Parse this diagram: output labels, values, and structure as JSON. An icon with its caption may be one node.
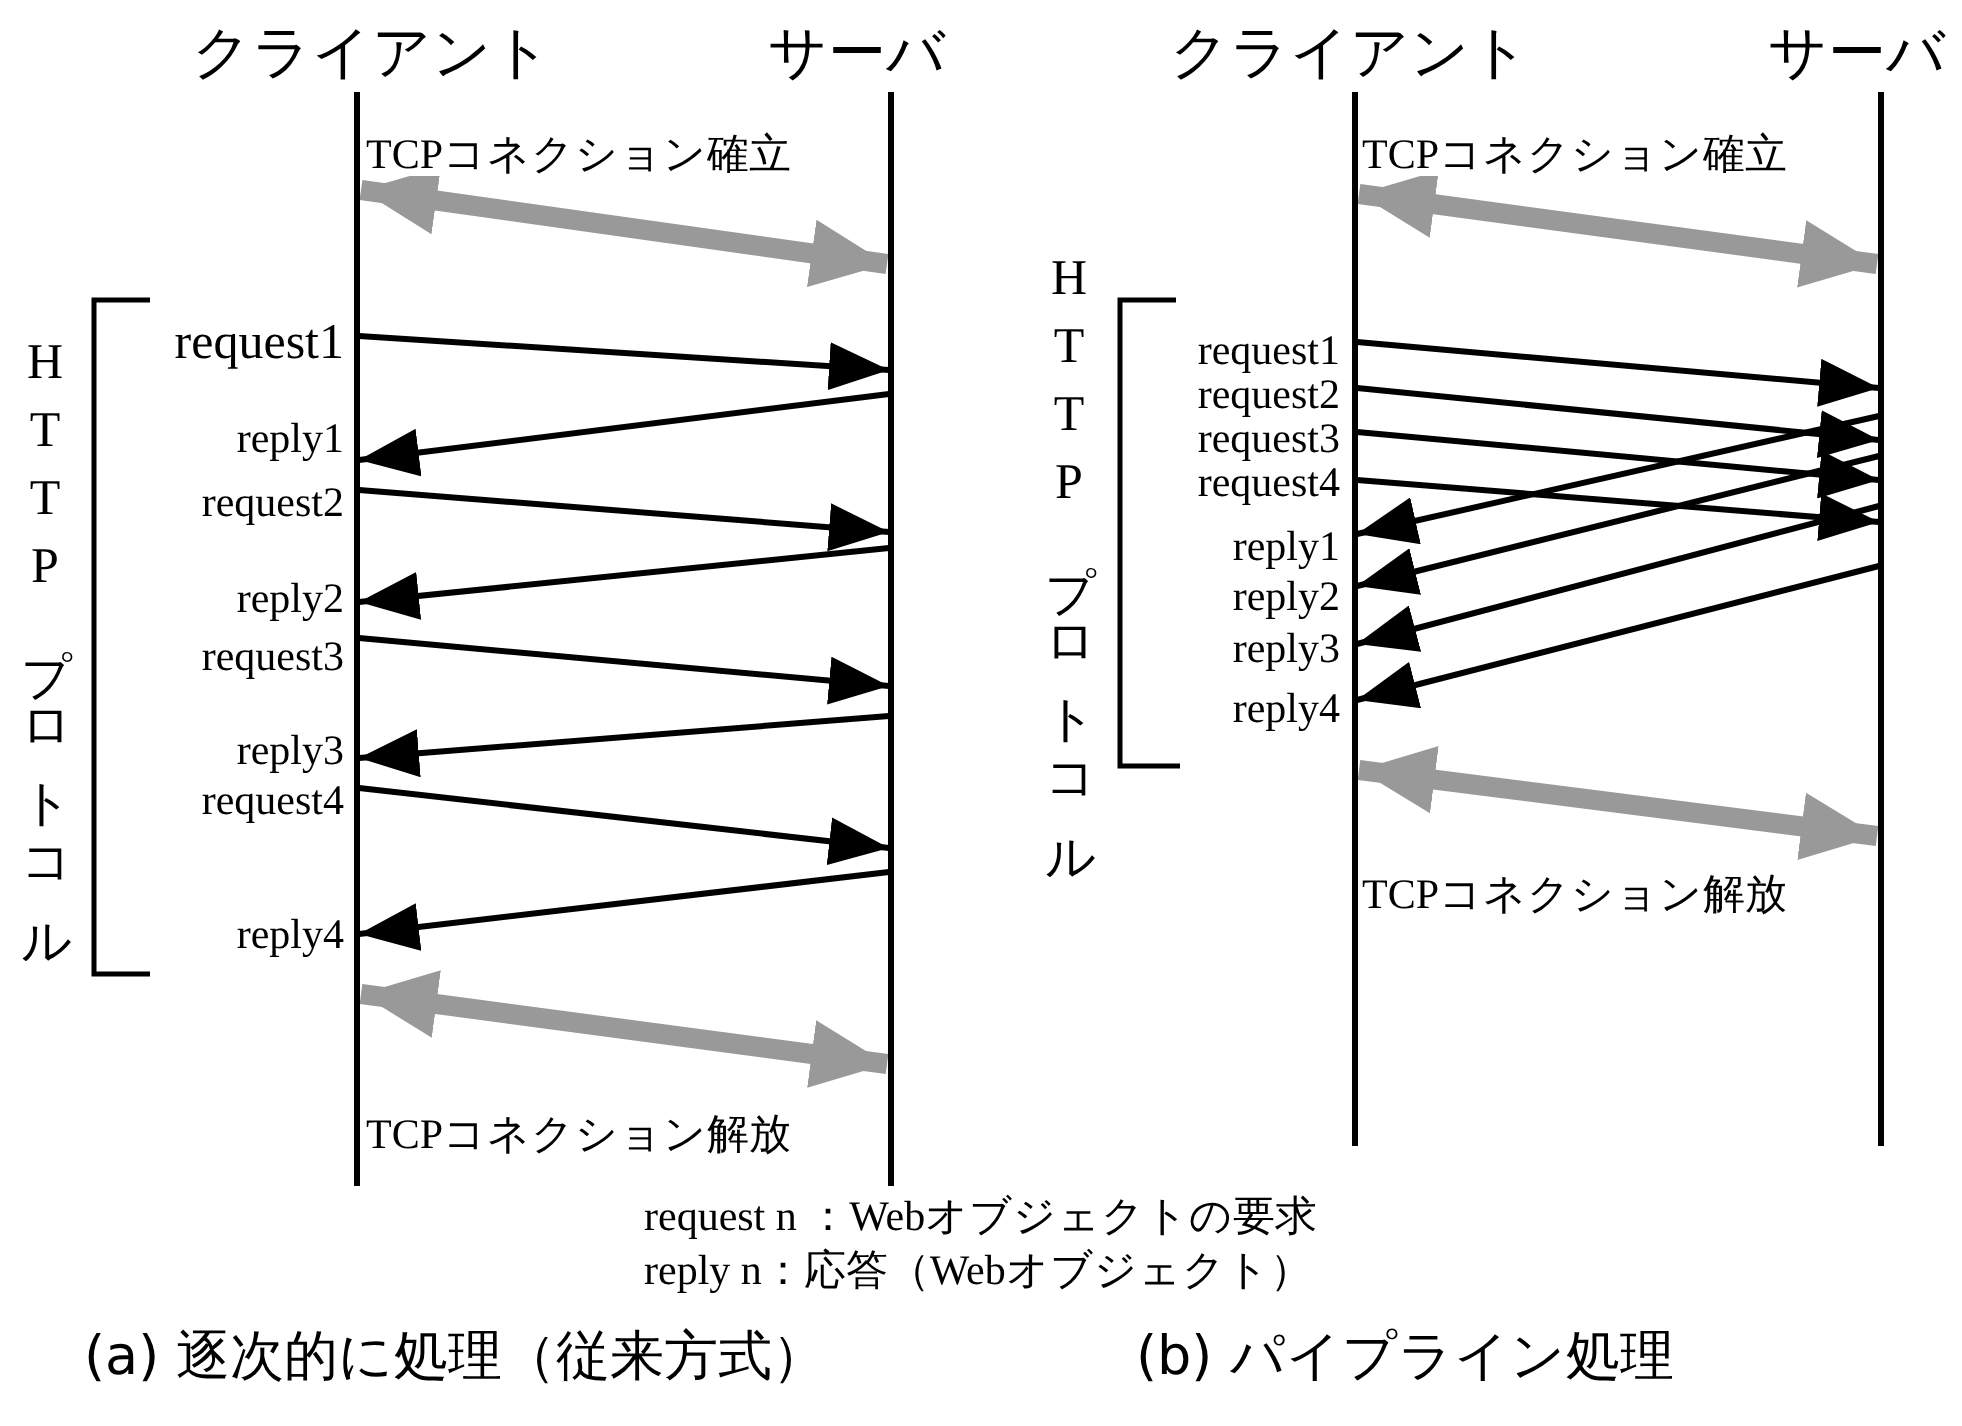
{
  "diagram": {
    "nodes": [
      {
        "text": [
          "クライアント"
        ]
      },
      {
        "text": [
          "サーバ"
        ]
      },
      {
        "text": [
          "クライアント"
        ]
      },
      {
        "text": [
          "サーバ"
        ]
      }
    ],
    "edges": [
      {
        "from": 0,
        "to": 1,
        "arrow": "both",
        "label": "TCPコネクション確立",
        "style": "thick",
        "color": "#999999"
      },
      {
        "from": 0,
        "to": 1,
        "arrow": "to",
        "label": "request1"
      },
      {
        "from": 1,
        "to": 0,
        "arrow": "to",
        "label": "reply1"
      },
      {
        "from": 0,
        "to": 1,
        "arrow": "to",
        "label": "request2"
      },
      {
        "from": 1,
        "to": 0,
        "arrow": "to",
        "label": "reply2"
      },
      {
        "from": 0,
        "to": 1,
        "arrow": "to",
        "label": "request3"
      },
      {
        "from": 1,
        "to": 0,
        "arrow": "to",
        "label": "reply3"
      },
      {
        "from": 0,
        "to": 1,
        "arrow": "to",
        "label": "request4"
      },
      {
        "from": 1,
        "to": 0,
        "arrow": "to",
        "label": "reply4"
      },
      {
        "from": 0,
        "to": 1,
        "arrow": "both",
        "label": "TCPコネクション解放",
        "style": "thick",
        "color": "#999999"
      },
      {
        "from": 2,
        "to": 3,
        "arrow": "both",
        "label": "TCPコネクション確立",
        "style": "thick",
        "color": "#999999"
      },
      {
        "from": 2,
        "to": 3,
        "arrow": "to",
        "label": "request1"
      },
      {
        "from": 2,
        "to": 3,
        "arrow": "to",
        "label": "request2"
      },
      {
        "from": 2,
        "to": 3,
        "arrow": "to",
        "label": "request3"
      },
      {
        "from": 2,
        "to": 3,
        "arrow": "to",
        "label": "request4"
      },
      {
        "from": 3,
        "to": 2,
        "arrow": "to",
        "label": "reply1"
      },
      {
        "from": 3,
        "to": 2,
        "arrow": "to",
        "label": "reply2"
      },
      {
        "from": 3,
        "to": 2,
        "arrow": "to",
        "label": "reply3"
      },
      {
        "from": 3,
        "to": 2,
        "arrow": "to",
        "label": "reply4"
      },
      {
        "from": 2,
        "to": 3,
        "arrow": "both",
        "label": "TCPコネクション解放",
        "style": "thick",
        "color": "#999999"
      }
    ],
    "labels": [
      "HTTPプロトコル",
      "HTTPプロトコル",
      "request n ：Webオブジェクトの要求",
      "reply n：応答（Webオブジェクト）",
      "(a) 逐次的に処理（従来方式）",
      "(b) パイプライン処理"
    ]
  }
}
